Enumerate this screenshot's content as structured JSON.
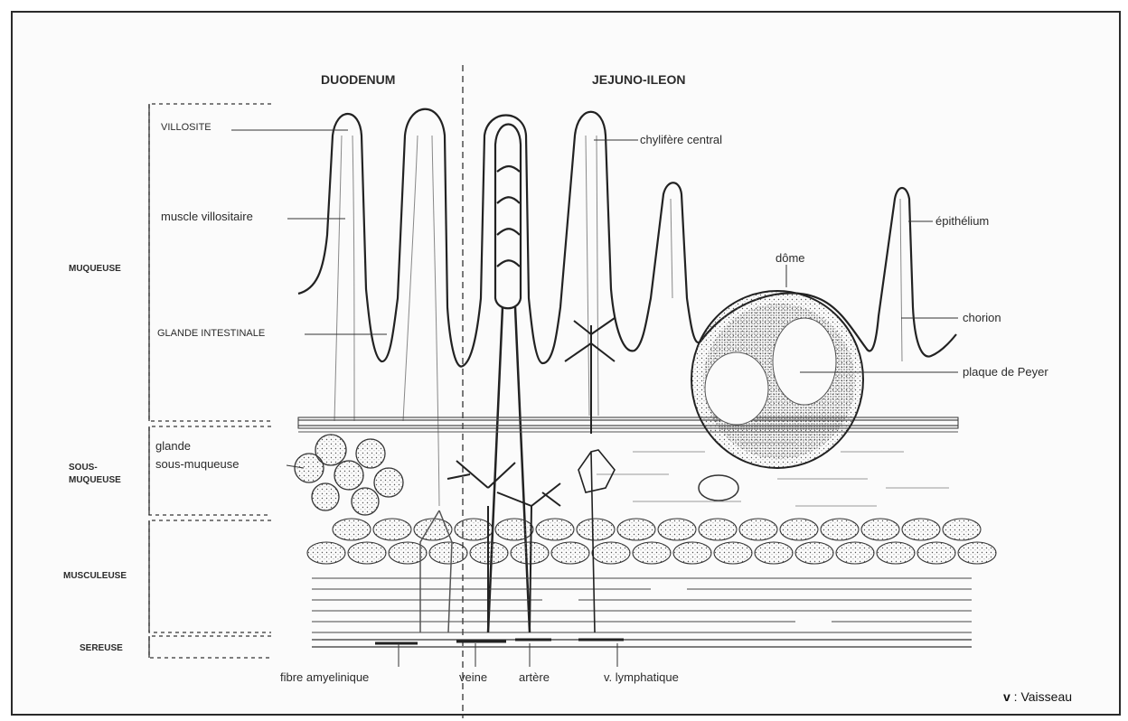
{
  "headers": {
    "left": "DUODENUM",
    "right": "JEJUNO-ILEON"
  },
  "sections": {
    "muqueuse": "MUQUEUSE",
    "sous_muqueuse_1": "SOUS-",
    "sous_muqueuse_2": "MUQUEUSE",
    "musculeuse": "MUSCULEUSE",
    "sereuse": "SEREUSE"
  },
  "labels_left": {
    "villosite": "VILLOSITE",
    "muscle_villositaire": "muscle  villositaire",
    "glande_intestinale": "GLANDE INTESTINALE",
    "glande_1": "glande",
    "glande_2": "sous-muqueuse"
  },
  "labels_right": {
    "chylifere": "chylifère central",
    "epithelium": "épithélium",
    "dome": "dôme",
    "chorion": "chorion",
    "plaque": "plaque de Peyer"
  },
  "labels_bottom": {
    "fibre": "fibre amyelinique",
    "veine": "veine",
    "artere": "artère",
    "lymph": "v. lymphatique"
  },
  "note": {
    "key": "v",
    "text": " : Vaisseau"
  }
}
